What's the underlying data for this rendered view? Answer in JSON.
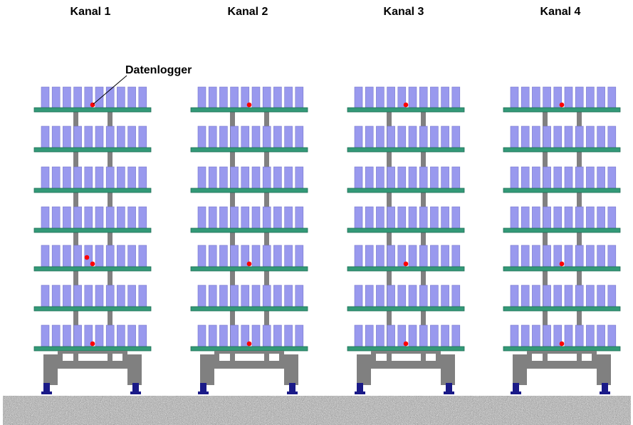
{
  "channels": [
    {
      "label": "Kanal 1",
      "logger_shelves": [
        1,
        5,
        7
      ],
      "extra_logger_shelves": [
        5
      ]
    },
    {
      "label": "Kanal 2",
      "logger_shelves": [
        1,
        5,
        7
      ],
      "extra_logger_shelves": []
    },
    {
      "label": "Kanal 3",
      "logger_shelves": [
        1,
        5,
        7
      ],
      "extra_logger_shelves": []
    },
    {
      "label": "Kanal 4",
      "logger_shelves": [
        1,
        5,
        7
      ],
      "extra_logger_shelves": []
    }
  ],
  "callout": {
    "label": "Datenlogger"
  },
  "shelves_per_rack": 7,
  "items_per_shelf": 10,
  "colors": {
    "item": "#9999ee",
    "item_edge": "#7777cc",
    "shelf": "#339977",
    "shelf_edge": "#1e6e55",
    "post": "#808080",
    "logger": "#ff0000",
    "foot": "#1a1a88",
    "ground": "#a8a8a8"
  }
}
